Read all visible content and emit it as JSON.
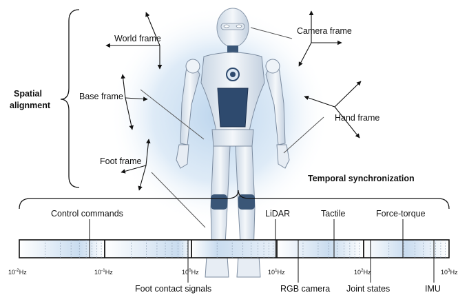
{
  "spatial": {
    "title_line1": "Spatial",
    "title_line2": "alignment",
    "frames": {
      "world": "World frame",
      "camera": "Camera frame",
      "base": "Base frame",
      "hand": "Hand frame",
      "foot": "Foot frame"
    }
  },
  "temporal": {
    "title": "Temporal synchronization",
    "signals_top": [
      "Control commands",
      "LiDAR",
      "Tactile",
      "Force-torque"
    ],
    "signals_bottom": [
      "Foot contact signals",
      "RGB camera",
      "Joint states",
      "IMU"
    ],
    "axis": {
      "ticks": [
        {
          "base": "10",
          "exp": "-2",
          "unit": "Hz"
        },
        {
          "base": "10",
          "exp": "-1",
          "unit": "Hz"
        },
        {
          "base": "10",
          "exp": "0",
          "unit": "Hz"
        },
        {
          "base": "10",
          "exp": "1",
          "unit": "Hz"
        },
        {
          "base": "10",
          "exp": "2",
          "unit": "Hz"
        },
        {
          "base": "10",
          "exp": "3",
          "unit": "Hz"
        }
      ]
    }
  },
  "colors": {
    "accent_blue": "#c9dcef",
    "halo": "#dbe8f5",
    "line": "#111111",
    "robot_body": "#e8edf3",
    "robot_dark": "#2e4a6e"
  },
  "icons": {
    "robot": "humanoid-robot-illustration"
  }
}
